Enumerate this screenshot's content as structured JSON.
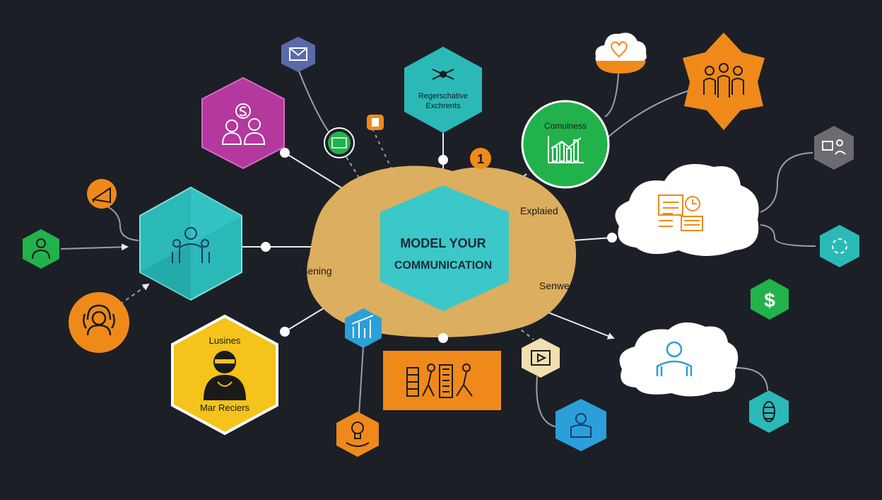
{
  "colors": {
    "background": "#1c1f26",
    "blob": "#dcae5f",
    "center": "#3cc7c8",
    "teal": "#2bb9b8",
    "magenta": "#b4389d",
    "green": "#22b24b",
    "orange": "#ef8a1a",
    "yellow": "#f5c31a",
    "blue": "#2b9fd9",
    "slate": "#5a6aa8",
    "gray": "#6c6c70",
    "cream": "#f1dfae",
    "white": "#ffffff",
    "line": "#cfd3d8"
  },
  "center": {
    "line1": "MODEL YOUR",
    "line2": "COMMUNICATION"
  },
  "labels": {
    "top_hex_line1": "Regerschative",
    "top_hex_line2": "Exchrents",
    "green_circle": "Comuiness",
    "business_top": "Lusines",
    "business_bottom": "Mar Reciers",
    "explained": "Explaied",
    "sending": "Sening",
    "network": "Senwerk",
    "badge_number": "1"
  },
  "icons": {
    "mail": "envelope-icon",
    "dollar": "dollar-icon",
    "drone": "drone-icon",
    "chart": "bar-chart-icon",
    "team": "team-icon",
    "cloud_heart": "heart-icon",
    "person": "person-icon",
    "support": "support-icon",
    "megaphone": "megaphone-icon",
    "bulb": "lightbulb-icon",
    "video": "video-icon",
    "cycle": "refresh-icon"
  }
}
